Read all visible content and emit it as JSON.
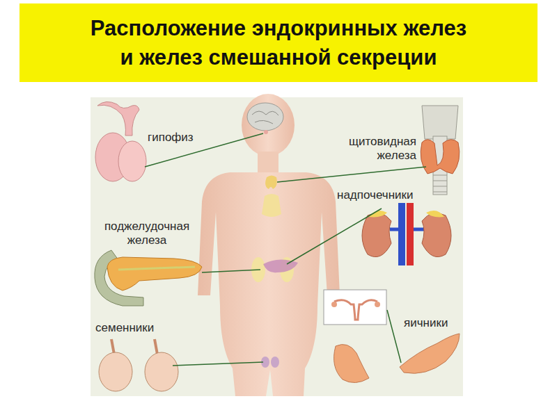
{
  "diagram": {
    "title": "Расположение эндокринных желез и желез смешанной секреции",
    "labels": [
      "гипофиз",
      "щитовидная железа",
      "надпочечники",
      "поджелудочная железа",
      "семенники",
      "яичники"
    ]
  }
}
